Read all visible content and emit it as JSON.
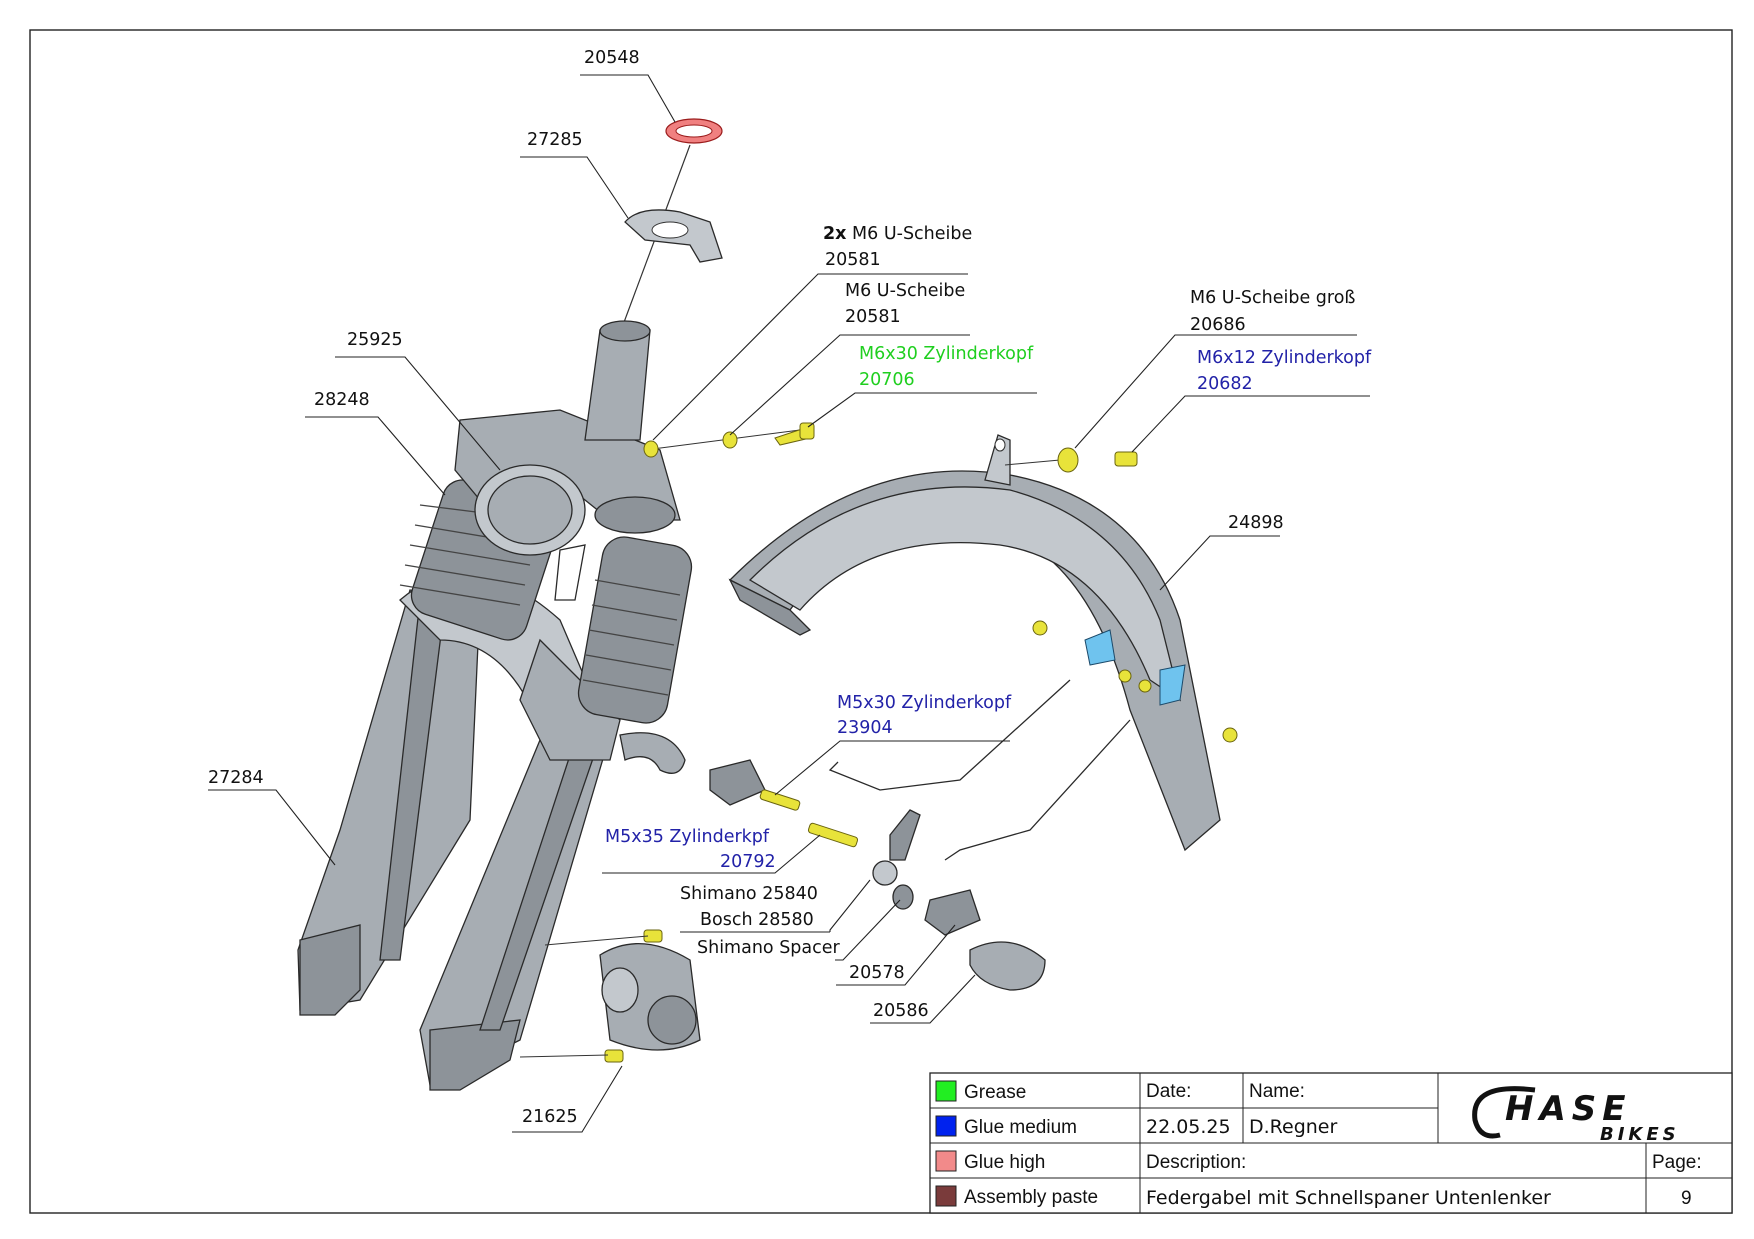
{
  "callouts": {
    "c20548": "20548",
    "c27285": "27285",
    "c2x_prefix": "2x",
    "c2x_text": " M6 U-Scheibe",
    "c20581a": "20581",
    "m6_u": "M6 U-Scheibe",
    "c20581b": "20581",
    "m6x30": "M6x30 Zylinderkopf",
    "c20706": "20706",
    "c25925": "25925",
    "c28248": "28248",
    "m6_u_gross": "M6 U-Scheibe groß",
    "c20686": "20686",
    "m6x12": "M6x12 Zylinderkopf",
    "c20682": "20682",
    "c24898": "24898",
    "m5x30": "M5x30 Zylinderkopf",
    "c23904": "23904",
    "c27284": "27284",
    "m5x35": "M5x35 Zylinderkpf",
    "c20792": "20792",
    "shimano": "Shimano 25840",
    "bosch": "Bosch 28580",
    "shimano_spacer": "Shimano Spacer",
    "c20578": "20578",
    "c20586": "20586",
    "c21625": "21625"
  },
  "legend": {
    "items": [
      {
        "label": "Grease",
        "color": "#22ee22"
      },
      {
        "label": "Glue medium",
        "color": "#0022ee"
      },
      {
        "label": "Glue high",
        "color": "#f28a8a"
      },
      {
        "label": "Assembly paste",
        "color": "#7a3b3b"
      }
    ]
  },
  "titleblock": {
    "date_label": "Date:",
    "date_value": "22.05.25",
    "name_label": "Name:",
    "name_value": "D.Regner",
    "desc_label": "Description:",
    "desc_value": "Federgabel mit Schnellspaner Untenlenker",
    "page_label": "Page:",
    "page_value": "9",
    "logo_main": "HASE",
    "logo_sub": "BIKES"
  },
  "colors": {
    "grease": "#22ee22",
    "glue_medium": "#0022ee",
    "glue_high": "#f28a8a",
    "assembly_paste": "#7a3b3b"
  }
}
